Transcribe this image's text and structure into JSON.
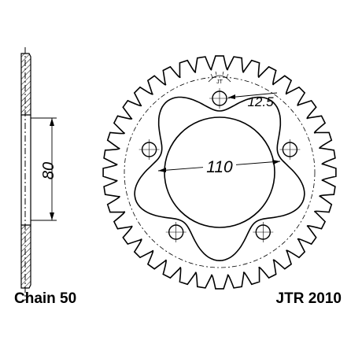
{
  "labels": {
    "chain": "Chain 50",
    "part_number": "JTR 2010"
  },
  "dimensions": {
    "bolt_circle": "110",
    "hole_diameter": "12.5",
    "side_offset": "80"
  },
  "logo_text": "JT",
  "colors": {
    "line": "#000000",
    "background": "#ffffff"
  },
  "sprocket": {
    "teeth": 40,
    "bolt_holes": 5
  }
}
